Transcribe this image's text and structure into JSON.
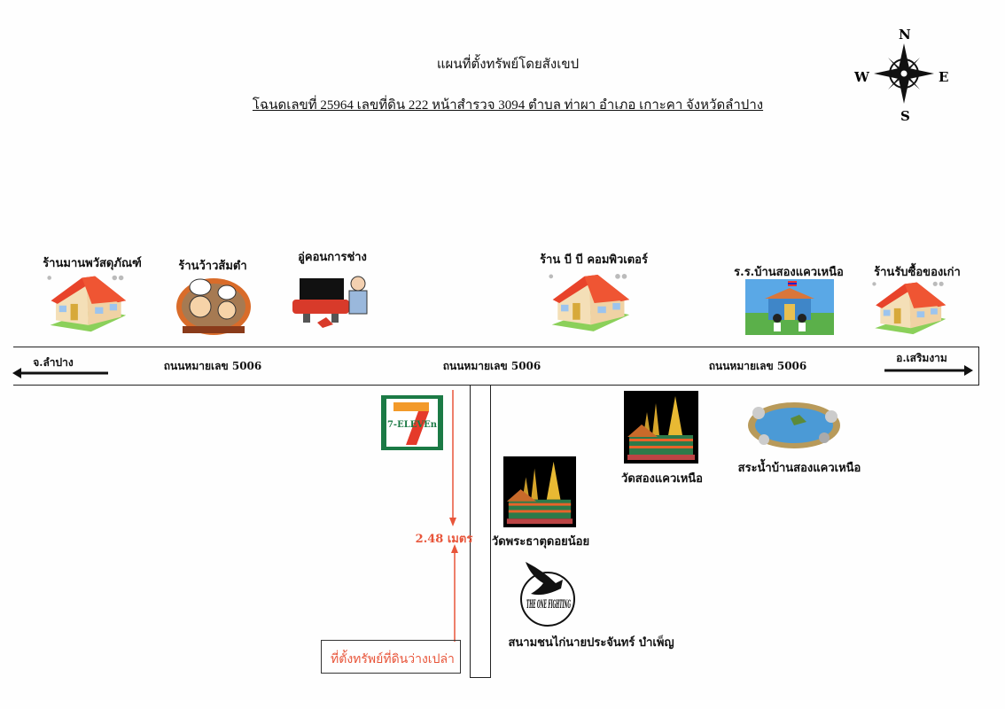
{
  "header": {
    "title": "แผนที่ตั้งทรัพย์โดยสังเขป",
    "subtitle": "โฉนดเลขที่  25964  เลขที่ดิน 222   หน้าสำรวจ 3094  ตำบล ท่าผา   อำเภอ เกาะคา   จังหวัดลำปาง"
  },
  "compass": {
    "n": "N",
    "s": "S",
    "e": "E",
    "w": "W"
  },
  "road": {
    "left_destination": "จ.ลำปาง",
    "right_destination": "อ.เสริมงาม",
    "labels": [
      "ถนนหมายเลข 5006",
      "ถนนหมายเลข 5006",
      "ถนนหมายเลข 5006"
    ]
  },
  "landmarks_north": [
    {
      "label": "ร้านมานพวัสดุภัณฑ์",
      "icon": "house-icon"
    },
    {
      "label": "ร้านว้าวส้มตำ",
      "icon": "chef-icon"
    },
    {
      "label": "อู่คอนการช่าง",
      "icon": "mechanic-car-icon"
    },
    {
      "label": "ร้าน บี บี คอมพิวเตอร์",
      "icon": "house-icon"
    },
    {
      "label": "ร.ร.บ้านสองแควเหนือ",
      "icon": "school-icon"
    },
    {
      "label": "ร้านรับซื้อของเก่า",
      "icon": "house-icon"
    }
  ],
  "landmarks_south": [
    {
      "label": "",
      "icon": "seven-eleven-logo"
    },
    {
      "label": "วัดพระธาตุดอยน้อย",
      "icon": "temple-icon"
    },
    {
      "label": "วัดสองแควเหนือ",
      "icon": "temple-icon"
    },
    {
      "label": "สระน้ำบ้านสองแควเหนือ",
      "icon": "pond-icon"
    },
    {
      "label": "สนามชนไก่นายประจันทร์ บำเพ็ญ",
      "icon": "rooster-logo"
    }
  ],
  "distance": {
    "label": "2.48 เมตร",
    "color": "#e8553a"
  },
  "property": {
    "label": "ที่ตั้งทรัพย์ที่ดินว่างเปล่า"
  },
  "logo_text": {
    "seven_eleven": "7-ELEVEn",
    "fighting": "THE ONE FIGHTING"
  }
}
